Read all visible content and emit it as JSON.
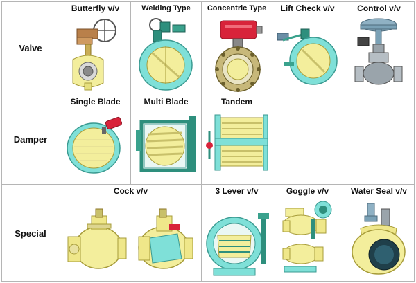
{
  "rows": [
    {
      "label": "Valve",
      "items": [
        {
          "caption": "Butterfly v/v",
          "picture": "butterfly-valve-illustration"
        },
        {
          "caption": "Welding Type",
          "picture": "welding-type-valve-illustration"
        },
        {
          "caption": "Concentric Type",
          "picture": "concentric-type-valve-illustration"
        },
        {
          "caption": "Lift Check v/v",
          "picture": "lift-check-valve-illustration"
        },
        {
          "caption": "Control v/v",
          "picture": "control-valve-illustration"
        }
      ]
    },
    {
      "label": "Damper",
      "items": [
        {
          "caption": "Single Blade",
          "picture": "single-blade-damper-illustration"
        },
        {
          "caption": "Multi Blade",
          "picture": "multi-blade-damper-illustration"
        },
        {
          "caption": "Tandem",
          "picture": "tandem-damper-illustration"
        }
      ]
    },
    {
      "label": "Special",
      "items": [
        {
          "caption": "Cock v/v",
          "picture": "cock-valve-illustration"
        },
        {
          "caption": "3 Lever v/v",
          "picture": "three-lever-valve-illustration"
        },
        {
          "caption": "Goggle v/v",
          "picture": "goggle-valve-illustration"
        },
        {
          "caption": "Water Seal v/v",
          "picture": "water-seal-valve-illustration"
        }
      ]
    }
  ],
  "colors": {
    "grid_line": "#b5b5b5",
    "yellow_body": "#f3ee9c",
    "cyan_body": "#7fe0d8",
    "dark_teal": "#2e8f7d",
    "actuator_red": "#d8233a",
    "grey_steel": "#9aa4ab",
    "blue_grey": "#8fb1c4"
  }
}
